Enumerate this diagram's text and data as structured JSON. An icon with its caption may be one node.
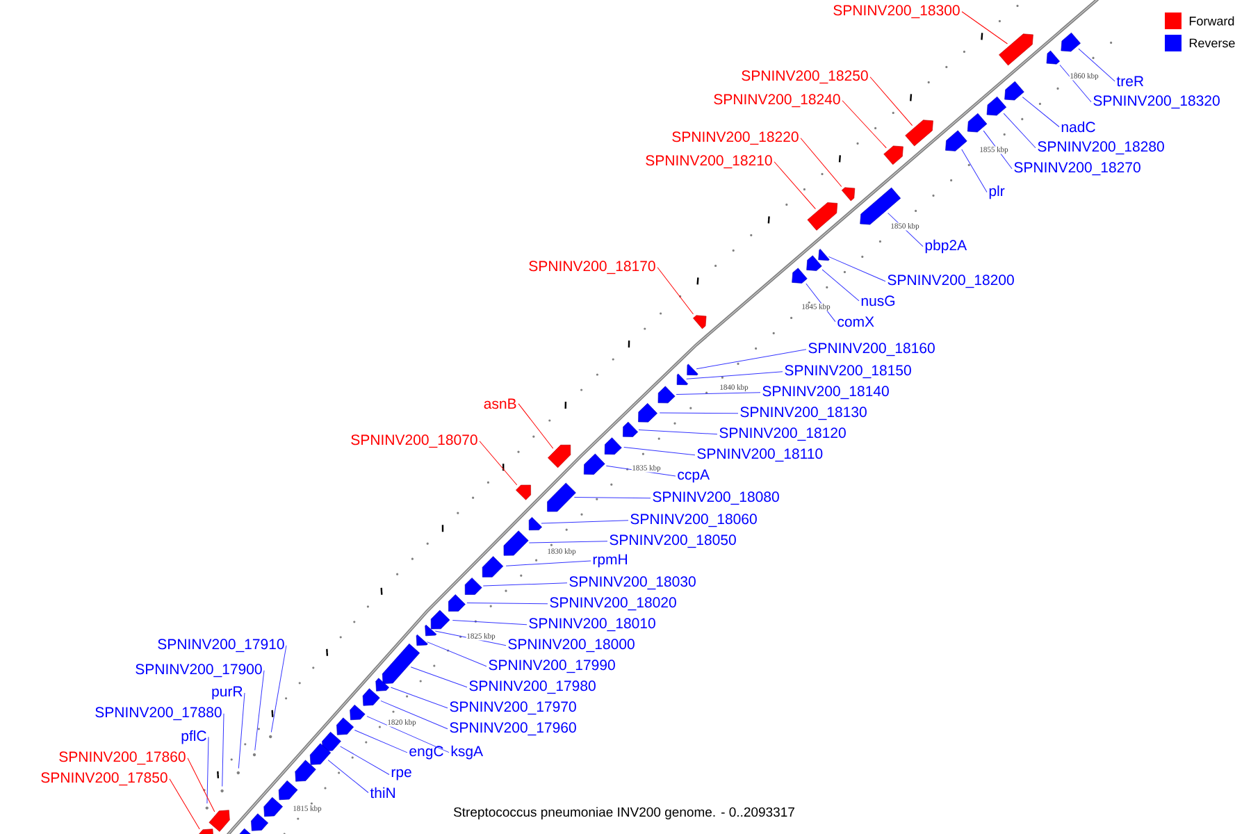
{
  "diagram": {
    "caption": "Streptococcus pneumoniae INV200 genome. - 0..2093317",
    "nodes": [
      {
        "text": [
          "SPNINV200_18300"
        ]
      },
      {
        "text": [],
        "shape": "arrow"
      },
      {
        "text": [
          "treR"
        ]
      },
      {
        "text": [],
        "shape": "arrow"
      },
      {
        "text": [
          "SPNINV200_18320"
        ]
      },
      {
        "text": [],
        "shape": "arrow"
      },
      {
        "text": [
          "SPNINV200_18250"
        ]
      },
      {
        "text": [],
        "shape": "arrow"
      },
      {
        "text": [
          "SPNINV200_18240"
        ]
      },
      {
        "text": [],
        "shape": "arrow"
      },
      {
        "text": [
          "nadC"
        ]
      },
      {
        "text": [],
        "shape": "arrow"
      },
      {
        "text": [
          "SPNINV200_18280"
        ]
      },
      {
        "text": [],
        "shape": "arrow"
      },
      {
        "text": [
          "SPNINV200_18220"
        ]
      },
      {
        "text": [],
        "shape": "arrow"
      },
      {
        "text": [
          "SPNINV200_18270"
        ]
      },
      {
        "text": [],
        "shape": "arrow"
      },
      {
        "text": [
          "SPNINV200_18210"
        ]
      },
      {
        "text": [],
        "shape": "arrow"
      },
      {
        "text": [
          "plr"
        ]
      },
      {
        "text": [],
        "shape": "arrow"
      },
      {
        "text": [
          "pbp2A"
        ]
      },
      {
        "text": [],
        "shape": "arrow"
      },
      {
        "text": [
          "SPNINV200_18170"
        ]
      },
      {
        "text": [],
        "shape": "arrow"
      },
      {
        "text": [
          "SPNINV200_18200"
        ]
      },
      {
        "text": [],
        "shape": "arrow"
      },
      {
        "text": [
          "nusG"
        ]
      },
      {
        "text": [],
        "shape": "arrow"
      },
      {
        "text": [
          "comX"
        ]
      },
      {
        "text": [],
        "shape": "arrow"
      },
      {
        "text": [
          "SPNINV200_18160"
        ]
      },
      {
        "text": [],
        "shape": "arrow"
      },
      {
        "text": [
          "SPNINV200_18150"
        ]
      },
      {
        "text": [],
        "shape": "arrow"
      },
      {
        "text": [
          "SPNINV200_18140"
        ]
      },
      {
        "text": [],
        "shape": "arrow"
      },
      {
        "text": [
          "asnB"
        ]
      },
      {
        "text": [],
        "shape": "arrow"
      },
      {
        "text": [
          "SPNINV200_18130"
        ]
      },
      {
        "text": [],
        "shape": "arrow"
      },
      {
        "text": [
          "SPNINV200_18120"
        ]
      },
      {
        "text": [],
        "shape": "arrow"
      },
      {
        "text": [
          "SPNINV200_18070"
        ]
      },
      {
        "text": [],
        "shape": "arrow"
      },
      {
        "text": [
          "SPNINV200_18110"
        ]
      },
      {
        "text": [],
        "shape": "arrow"
      },
      {
        "text": [
          "ccpA"
        ]
      },
      {
        "text": [],
        "shape": "arrow"
      },
      {
        "text": [
          "SPNINV200_18080"
        ]
      },
      {
        "text": [],
        "shape": "arrow"
      },
      {
        "text": [
          "SPNINV200_18060"
        ]
      },
      {
        "text": [],
        "shape": "arrow"
      },
      {
        "text": [
          "SPNINV200_18050"
        ]
      },
      {
        "text": [],
        "shape": "arrow"
      },
      {
        "text": [
          "rpmH"
        ]
      },
      {
        "text": [],
        "shape": "arrow"
      },
      {
        "text": [
          "SPNINV200_18030"
        ]
      },
      {
        "text": [],
        "shape": "arrow"
      },
      {
        "text": [
          "SPNINV200_18020"
        ]
      },
      {
        "text": [],
        "shape": "arrow"
      },
      {
        "text": [
          "SPNINV200_18010"
        ]
      },
      {
        "text": [],
        "shape": "arrow"
      },
      {
        "text": [
          "SPNINV200_18000"
        ]
      },
      {
        "text": [],
        "shape": "arrow"
      },
      {
        "text": [
          "SPNINV200_17910"
        ]
      },
      {
        "text": [],
        "shape": "circle"
      },
      {
        "text": [
          "SPNINV200_17990"
        ]
      },
      {
        "text": [],
        "shape": "arrow"
      },
      {
        "text": [
          "SPNINV200_17900"
        ]
      },
      {
        "text": [],
        "shape": "circle"
      },
      {
        "text": [
          "SPNINV200_17980"
        ]
      },
      {
        "text": [],
        "shape": "arrow"
      },
      {
        "text": [
          "purR"
        ]
      },
      {
        "text": [],
        "shape": "circle"
      },
      {
        "text": [
          "SPNINV200_17970"
        ]
      },
      {
        "text": [],
        "shape": "arrow"
      },
      {
        "text": [
          "SPNINV200_17960"
        ]
      },
      {
        "text": [],
        "shape": "arrow"
      },
      {
        "text": [
          "SPNINV200_17880"
        ]
      },
      {
        "text": [],
        "shape": "circle"
      },
      {
        "text": [
          "pflC"
        ]
      },
      {
        "text": [],
        "shape": "circle"
      },
      {
        "text": [
          "ksgA"
        ]
      },
      {
        "text": [],
        "shape": "arrow"
      },
      {
        "text": [
          "engC"
        ]
      },
      {
        "text": [],
        "shape": "arrow"
      },
      {
        "text": [
          "SPNINV200_17860"
        ]
      },
      {
        "text": [],
        "shape": "arrow"
      },
      {
        "text": [
          "rpe"
        ]
      },
      {
        "text": [],
        "shape": "arrow"
      },
      {
        "text": [
          "SPNINV200_17850"
        ]
      },
      {
        "text": [],
        "shape": "arrow"
      },
      {
        "text": [
          "thiN"
        ]
      },
      {
        "text": [],
        "shape": "arrow"
      },
      {
        "text": [],
        "shape": "arrow"
      },
      {
        "text": [],
        "shape": "arrow"
      },
      {
        "text": [],
        "shape": "arrow"
      },
      {
        "text": [],
        "shape": "arrow"
      },
      {
        "text": [],
        "shape": "arrow"
      }
    ],
    "edges": [
      {
        "from": 0,
        "to": 1,
        "arrow": "none",
        "color": "#ff0000"
      },
      {
        "from": 2,
        "to": 3,
        "arrow": "none"
      },
      {
        "from": 4,
        "to": 5,
        "arrow": "none"
      },
      {
        "from": 6,
        "to": 7,
        "arrow": "none",
        "color": "#ff0000"
      },
      {
        "from": 8,
        "to": 9,
        "arrow": "none",
        "color": "#ff0000"
      },
      {
        "from": 10,
        "to": 11,
        "arrow": "none"
      },
      {
        "from": 12,
        "to": 13,
        "arrow": "none"
      },
      {
        "from": 14,
        "to": 15,
        "arrow": "none",
        "color": "#ff0000"
      },
      {
        "from": 16,
        "to": 17,
        "arrow": "none"
      },
      {
        "from": 18,
        "to": 19,
        "arrow": "none",
        "color": "#ff0000"
      },
      {
        "from": 20,
        "to": 21,
        "arrow": "none"
      },
      {
        "from": 22,
        "to": 23,
        "arrow": "none"
      },
      {
        "from": 24,
        "to": 25,
        "arrow": "none",
        "color": "#ff0000"
      },
      {
        "from": 26,
        "to": 27,
        "arrow": "none"
      },
      {
        "from": 28,
        "to": 29,
        "arrow": "none"
      },
      {
        "from": 30,
        "to": 31,
        "arrow": "none"
      },
      {
        "from": 32,
        "to": 33,
        "arrow": "none"
      },
      {
        "from": 34,
        "to": 35,
        "arrow": "none"
      },
      {
        "from": 36,
        "to": 37,
        "arrow": "none"
      },
      {
        "from": 38,
        "to": 39,
        "arrow": "none",
        "color": "#ff0000"
      },
      {
        "from": 40,
        "to": 41,
        "arrow": "none"
      },
      {
        "from": 42,
        "to": 43,
        "arrow": "none"
      },
      {
        "from": 44,
        "to": 45,
        "arrow": "none",
        "color": "#ff0000"
      },
      {
        "from": 46,
        "to": 47,
        "arrow": "none"
      },
      {
        "from": 48,
        "to": 49,
        "arrow": "none"
      },
      {
        "from": 50,
        "to": 51,
        "arrow": "none"
      },
      {
        "from": 52,
        "to": 53,
        "arrow": "none"
      },
      {
        "from": 54,
        "to": 55,
        "arrow": "none"
      },
      {
        "from": 56,
        "to": 57,
        "arrow": "none"
      },
      {
        "from": 58,
        "to": 59,
        "arrow": "none"
      },
      {
        "from": 60,
        "to": 61,
        "arrow": "none"
      },
      {
        "from": 62,
        "to": 63,
        "arrow": "none"
      },
      {
        "from": 64,
        "to": 65,
        "arrow": "none"
      },
      {
        "from": 66,
        "to": 67,
        "arrow": "none"
      },
      {
        "from": 68,
        "to": 69,
        "arrow": "none"
      },
      {
        "from": 70,
        "to": 71,
        "arrow": "none"
      },
      {
        "from": 72,
        "to": 73,
        "arrow": "none"
      },
      {
        "from": 74,
        "to": 75,
        "arrow": "none"
      },
      {
        "from": 76,
        "to": 77,
        "arrow": "none"
      },
      {
        "from": 78,
        "to": 79,
        "arrow": "none"
      },
      {
        "from": 80,
        "to": 81,
        "arrow": "none"
      },
      {
        "from": 82,
        "to": 83,
        "arrow": "none"
      },
      {
        "from": 84,
        "to": 85,
        "arrow": "none"
      },
      {
        "from": 86,
        "to": 87,
        "arrow": "none"
      },
      {
        "from": 88,
        "to": 89,
        "arrow": "none",
        "color": "#ff0000"
      },
      {
        "from": 90,
        "to": 91,
        "arrow": "none"
      },
      {
        "from": 92,
        "to": 93,
        "arrow": "none",
        "color": "#ff0000"
      },
      {
        "from": 94,
        "to": 95,
        "arrow": "none"
      }
    ],
    "labels": [
      "1860 kbp",
      "1855 kbp",
      "1850 kbp",
      "1845 kbp",
      "1840 kbp",
      "1835 kbp",
      "1830 kbp",
      "1825 kbp",
      "1820 kbp",
      "1815 kbp"
    ],
    "legend": [
      {
        "text": "Forward",
        "color": "#ff0000"
      },
      {
        "text": "Reverse",
        "color": "#0000ff"
      }
    ]
  }
}
